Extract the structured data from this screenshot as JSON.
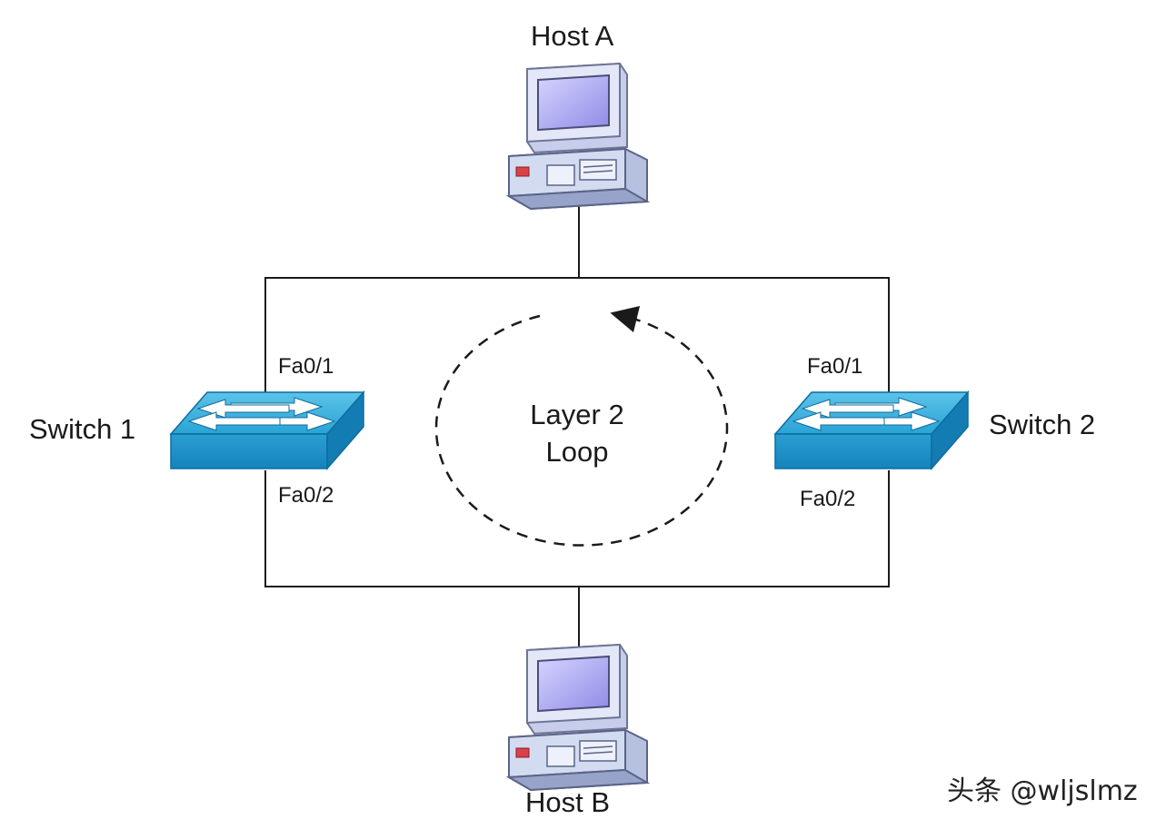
{
  "hosts": {
    "a": {
      "label": "Host A"
    },
    "b": {
      "label": "Host B"
    }
  },
  "switches": {
    "s1": {
      "label": "Switch 1",
      "port_top": "Fa0/1",
      "port_bottom": "Fa0/2"
    },
    "s2": {
      "label": "Switch 2",
      "port_top": "Fa0/1",
      "port_bottom": "Fa0/2"
    }
  },
  "loop": {
    "line1": "Layer 2",
    "line2": "Loop"
  },
  "watermark": "头条 @wljslmz",
  "colors": {
    "switch_top": "#3fb3dc",
    "switch_front": "#1f8fc4",
    "screen": "#a9a6f2",
    "case": "#c9d4ec",
    "line": "#1a1a1a"
  },
  "icons": [
    "computer-icon",
    "switch-icon"
  ]
}
